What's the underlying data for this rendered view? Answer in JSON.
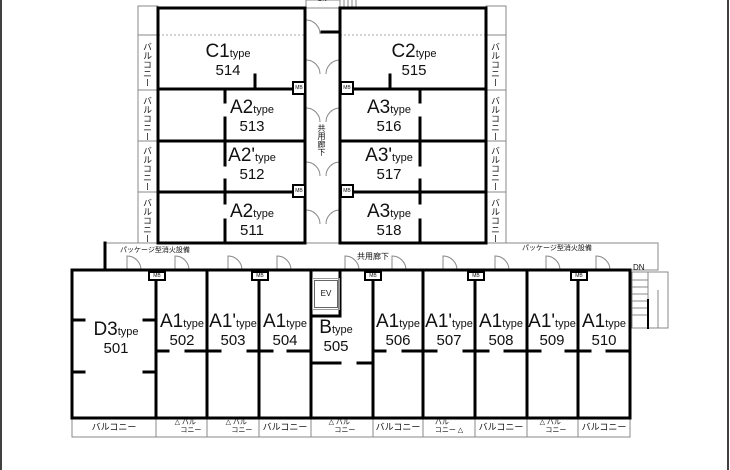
{
  "upper_units": [
    {
      "type": "C1",
      "suffix": "type",
      "number": "514"
    },
    {
      "type": "A2",
      "suffix": "type",
      "number": "513"
    },
    {
      "type": "A2'",
      "suffix": "type",
      "number": "512"
    },
    {
      "type": "A2",
      "suffix": "type",
      "number": "511"
    },
    {
      "type": "C2",
      "suffix": "type",
      "number": "515"
    },
    {
      "type": "A3",
      "suffix": "type",
      "number": "516"
    },
    {
      "type": "A3'",
      "suffix": "type",
      "number": "517"
    },
    {
      "type": "A3",
      "suffix": "type",
      "number": "518"
    }
  ],
  "lower_units": [
    {
      "type": "D3",
      "suffix": "type",
      "number": "501"
    },
    {
      "type": "A1",
      "suffix": "type",
      "number": "502"
    },
    {
      "type": "A1'",
      "suffix": "type",
      "number": "503"
    },
    {
      "type": "A1",
      "suffix": "type",
      "number": "504"
    },
    {
      "type": "B",
      "suffix": "type",
      "number": "505"
    },
    {
      "type": "A1",
      "suffix": "type",
      "number": "506"
    },
    {
      "type": "A1'",
      "suffix": "type",
      "number": "507"
    },
    {
      "type": "A1",
      "suffix": "type",
      "number": "508"
    },
    {
      "type": "A1'",
      "suffix": "type",
      "number": "509"
    },
    {
      "type": "A1",
      "suffix": "type",
      "number": "510"
    }
  ],
  "labels": {
    "balcony": "バルコニー",
    "balcony_split_top": "バル",
    "balcony_split_bottom": "コニー",
    "corridor": "共用廊下",
    "package_fire": "パッケージ型消火設備",
    "mb": "MB",
    "ev": "EV",
    "dn": "DN",
    "top_dn": "DN"
  }
}
